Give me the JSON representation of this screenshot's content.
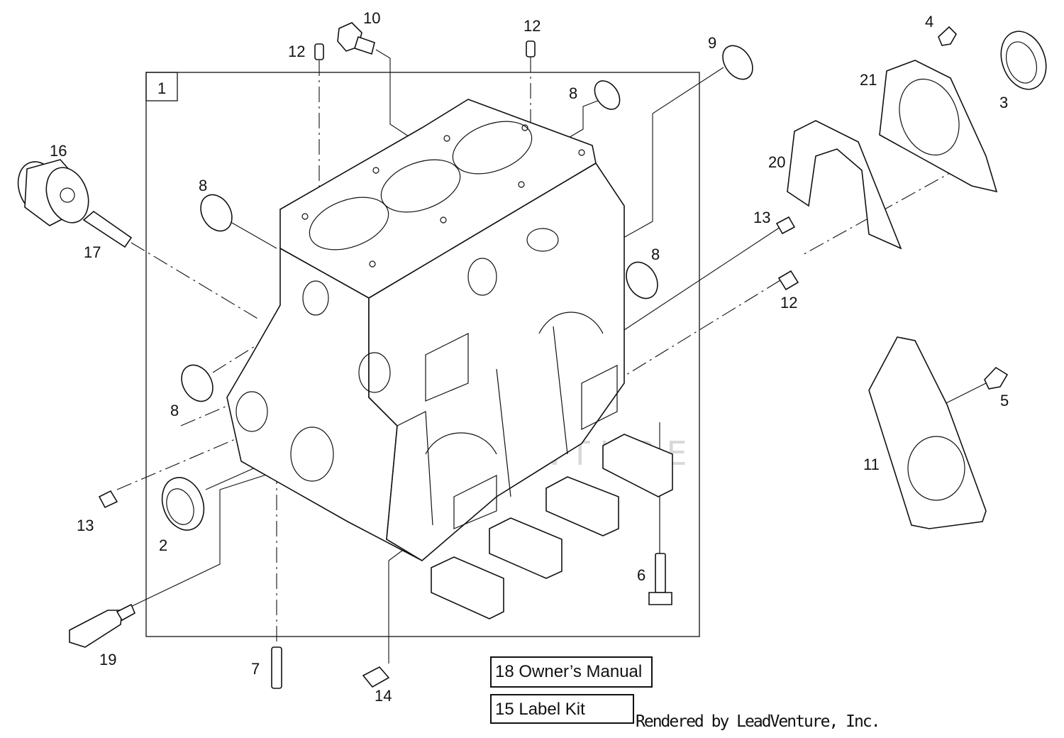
{
  "diagram": {
    "assembly_ref": "1",
    "callouts": {
      "c2": "2",
      "c3": "3",
      "c4": "4",
      "c5": "5",
      "c6": "6",
      "c7": "7",
      "c8a": "8",
      "c8b": "8",
      "c8c": "8",
      "c8d": "8",
      "c9": "9",
      "c10": "10",
      "c11": "11",
      "c12a": "12",
      "c12b": "12",
      "c12c": "12",
      "c13a": "13",
      "c13b": "13",
      "c14": "14",
      "c16": "16",
      "c17": "17",
      "c19": "19",
      "c20": "20",
      "c21": "21"
    },
    "watermark": "LEADVENTURE"
  },
  "notes": {
    "owners_manual": "18 Owner’s Manual",
    "label_kit": "15 Label Kit"
  },
  "footer": {
    "credit": "Rendered by LeadVenture, Inc."
  }
}
